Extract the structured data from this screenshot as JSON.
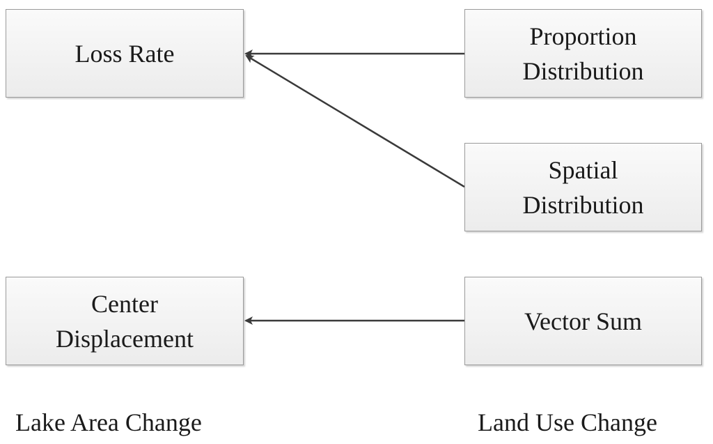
{
  "left_column": {
    "boxes": [
      {
        "label": "Loss Rate"
      },
      {
        "label": "Center\nDisplacement"
      }
    ],
    "group_label": "Lake Area Change"
  },
  "right_column": {
    "boxes": [
      {
        "label": "Proportion\nDistribution"
      },
      {
        "label": "Spatial\nDistribution"
      },
      {
        "label": "Vector Sum"
      }
    ],
    "group_label": "Land Use Change"
  },
  "connections": [
    {
      "from": "Proportion Distribution",
      "to": "Loss Rate"
    },
    {
      "from": "Spatial Distribution",
      "to": "Loss Rate"
    },
    {
      "from": "Vector Sum",
      "to": "Center Displacement"
    }
  ],
  "colors": {
    "arrow": "#3a3a3a",
    "box_border": "#9a9a9a",
    "box_fill": "#f2f2f2"
  }
}
